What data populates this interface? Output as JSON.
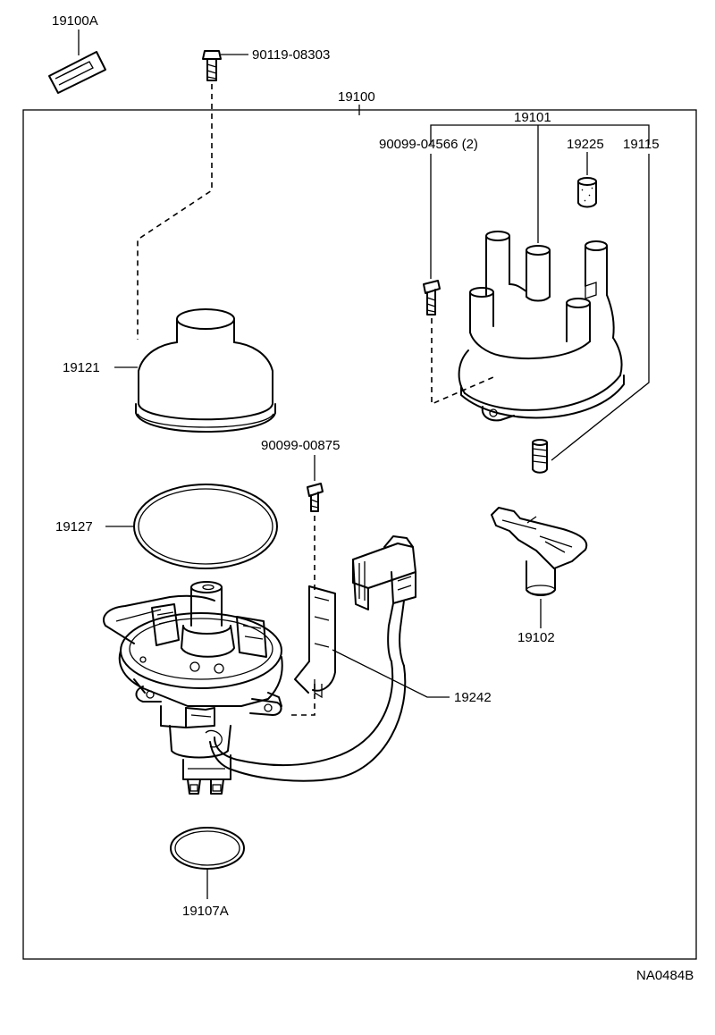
{
  "labels": {
    "p19100A": "19100A",
    "p90119": "90119-08303",
    "p19100": "19100",
    "p19101": "19101",
    "p90099_04566": "90099-04566 (2)",
    "p19225": "19225",
    "p19115": "19115",
    "p19121": "19121",
    "p90099_00875": "90099-00875",
    "p19127": "19127",
    "p19102": "19102",
    "p19242": "19242",
    "p19107A": "19107A",
    "diagram_code": "NA0484B"
  }
}
